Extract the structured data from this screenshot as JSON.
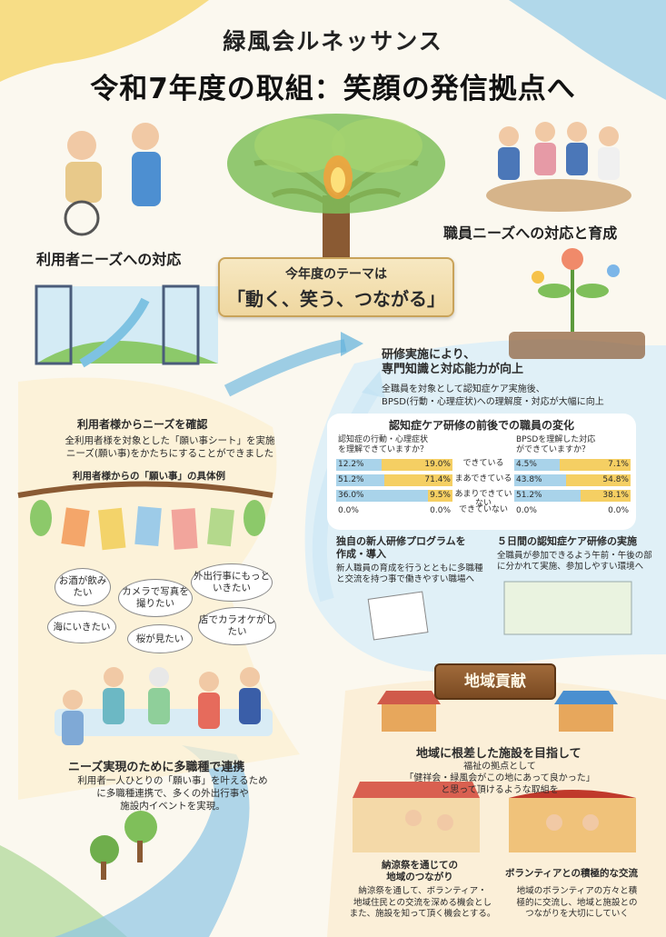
{
  "header": {
    "org_name": "緑風会ルネッサンス",
    "main_title": "令和7年度の取組：笑顔の発信拠点へ"
  },
  "theme": {
    "intro": "今年度のテーマは",
    "slogan": "「動く、笑う、つながる」"
  },
  "left": {
    "heading": "利用者ニーズへの対応",
    "confirm_title": "利用者様からニーズを確認",
    "confirm_text": [
      "全利用者様を対象とした「願い事シート」を実施",
      "ニーズ(願い事)をかたちにすることができました"
    ],
    "examples_title": "利用者様からの「願い事」の具体例",
    "wishes": [
      "お酒が飲みたい",
      "カメラで写真を撮りたい",
      "外出行事にもっといきたい",
      "海にいきたい",
      "桜が見たい",
      "店でカラオケがしたい"
    ],
    "collab_title": "ニーズ実現のために多職種で連携",
    "collab_text": [
      "利用者一人ひとりの「願い事」を叶えるため",
      "に多職種連携で、多くの外出行事や",
      "施設内イベントを実現。"
    ]
  },
  "right": {
    "heading": "職員ニーズへの対応と育成",
    "training_title": [
      "研修実施により、",
      "専門知識と対応能力が向上"
    ],
    "training_text": [
      "全職員を対象として認知症ケア実施後、",
      "BPSD(行動・心理症状)への理解度・対応が大幅に向上"
    ],
    "survey_title": "認知症ケア研修の前後での職員の変化",
    "q1": [
      "認知症の行動・心理症状",
      "を理解できていますか？"
    ],
    "q2": [
      "BPSDを理解した対応",
      "ができていますか？"
    ],
    "row_labels": [
      "できている",
      "まあできている",
      "あまりできていない",
      "できていない"
    ],
    "left_bars": [
      {
        "before": "12.2%",
        "after": "19.0%",
        "b": 12.2,
        "a": 19.0
      },
      {
        "before": "51.2%",
        "after": "71.4%",
        "b": 51.2,
        "a": 71.4
      },
      {
        "before": "36.0%",
        "after": "9.5%",
        "b": 36.0,
        "a": 9.5
      },
      {
        "before": "0.0%",
        "after": "0.0%",
        "b": 0,
        "a": 0
      }
    ],
    "right_bars": [
      {
        "before": "4.5%",
        "after": "7.1%",
        "b": 4.5,
        "a": 7.1
      },
      {
        "before": "43.8%",
        "after": "54.8%",
        "b": 43.8,
        "a": 54.8
      },
      {
        "before": "51.2%",
        "after": "38.1%",
        "b": 51.2,
        "a": 38.1
      },
      {
        "before": "0.0%",
        "after": "0.0%",
        "b": 0,
        "a": 0
      }
    ],
    "newhire_title": [
      "独自の新人研修プログラムを",
      "作成・導入"
    ],
    "newhire_text": [
      "新人職員の育成を行うとともに多職種",
      "と交流を持つ事で働きやすい職場へ"
    ],
    "fiveday_title": "５日間の認知症ケア研修の実施",
    "fiveday_text": [
      "全職員が参加できるよう午前・午後の部",
      "に分かれて実施、参加しやすい環境へ"
    ]
  },
  "community": {
    "sign": "地域貢献",
    "goal_title": "地域に根差した施設を目指して",
    "goal_text": [
      "福祉の拠点として",
      "「健祥会・緑風会がこの地にあって良かった」",
      "と思って頂けるような取組を"
    ],
    "festival_title": [
      "納涼祭を通じての",
      "地域のつながり"
    ],
    "festival_text": [
      "納涼祭を通して、ボランティア・",
      "地域住民との交流を深める機会とし",
      "また、施設を知って頂く機会とする。"
    ],
    "volunteer_title": "ボランティアとの積極的な交流",
    "volunteer_text": [
      "地域のボランティアの方々と積",
      "極的に交流し、地域と施設との",
      "つながりを大切にしていく"
    ]
  },
  "colors": {
    "before": "#a9d3ea",
    "after": "#f5cf63",
    "accent_green": "#6fae4c",
    "accent_blue": "#4aa6d8"
  }
}
